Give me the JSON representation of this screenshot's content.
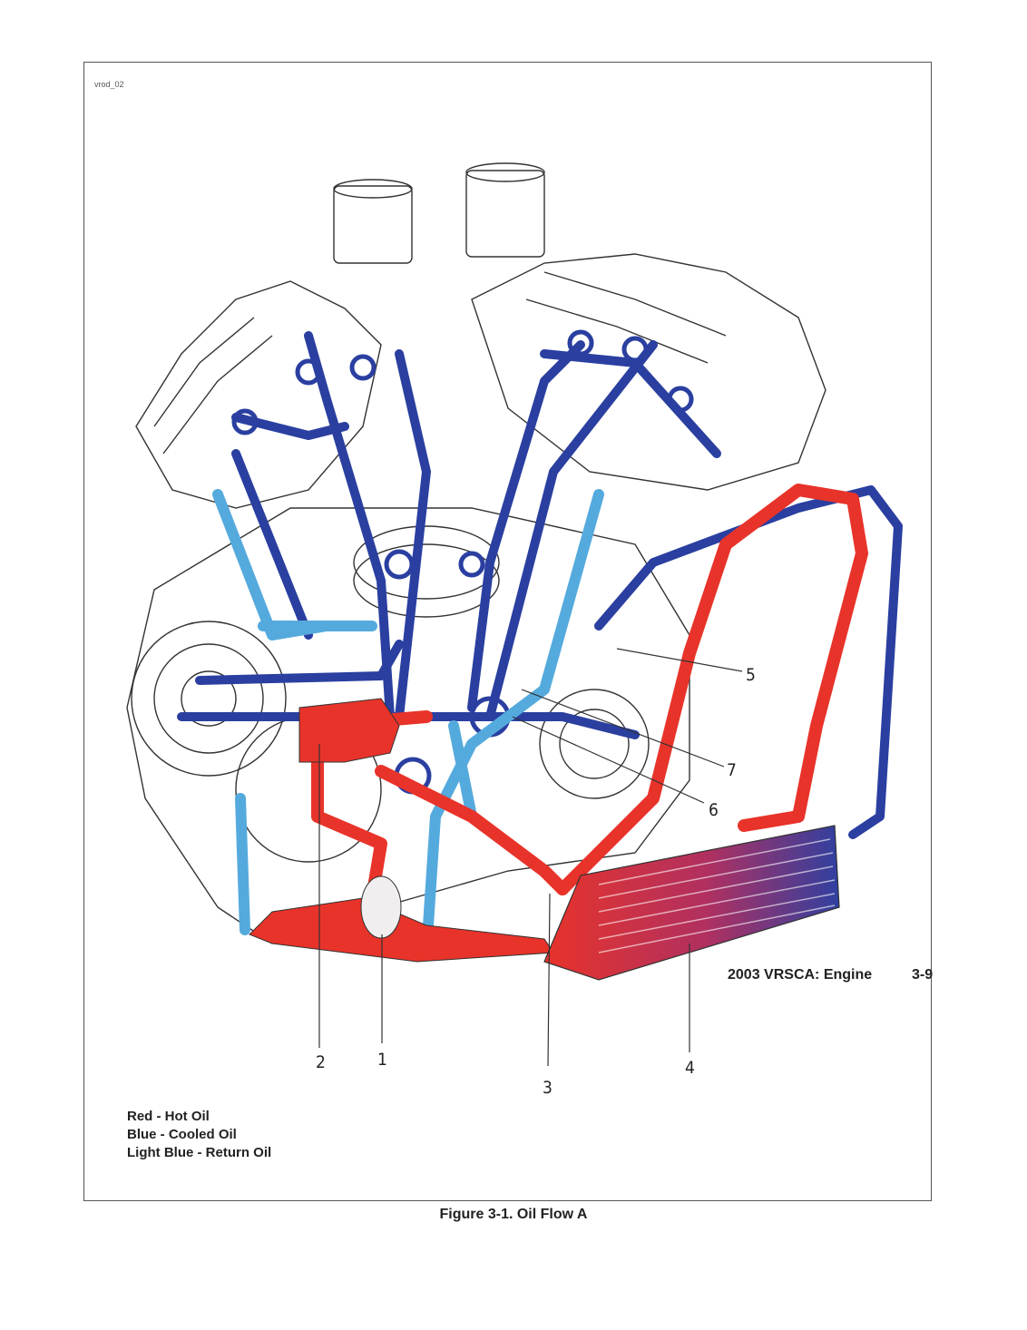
{
  "figure_id": "vrod_02",
  "callouts": {
    "c1": "1",
    "c2": "2",
    "c3": "3",
    "c4": "4",
    "c5": "5",
    "c6": "6",
    "c7": "7"
  },
  "legend": {
    "red": "Red - Hot Oil",
    "blue": "Blue - Cooled Oil",
    "light_blue": "Light Blue - Return Oil"
  },
  "caption": "Figure 3-1. Oil Flow A",
  "footer": {
    "title": "2003 VRSCA: Engine",
    "page": "3-9"
  },
  "colors": {
    "hot_oil": "#e8332a",
    "cooled_oil": "#2a3fa0",
    "return_oil": "#55aadd"
  }
}
